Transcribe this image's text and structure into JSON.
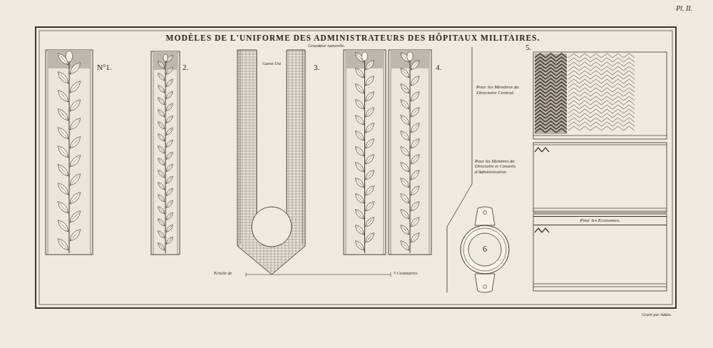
{
  "diagram": {
    "title": "MODÈLES DE L'UNIFORME DES ADMINISTRATEURS DES HÔPITAUX MILITAIRES.",
    "nodes": [
      {
        "text": [
          "6"
        ]
      },
      {
        "text": [
          "Pour les Economes."
        ]
      }
    ],
    "labels": [
      "Pl. II.",
      "Grandeur naturelle.",
      "N°1.",
      "2.",
      "Ganse Uni",
      "3.",
      "4.",
      "5.",
      "Pour les Membres du Directoire Central.",
      "Pour les Membres du Directoire et Conseils d'Administration",
      "Echelle de",
      "5 Centimètres",
      "Gravé par Adam."
    ]
  }
}
